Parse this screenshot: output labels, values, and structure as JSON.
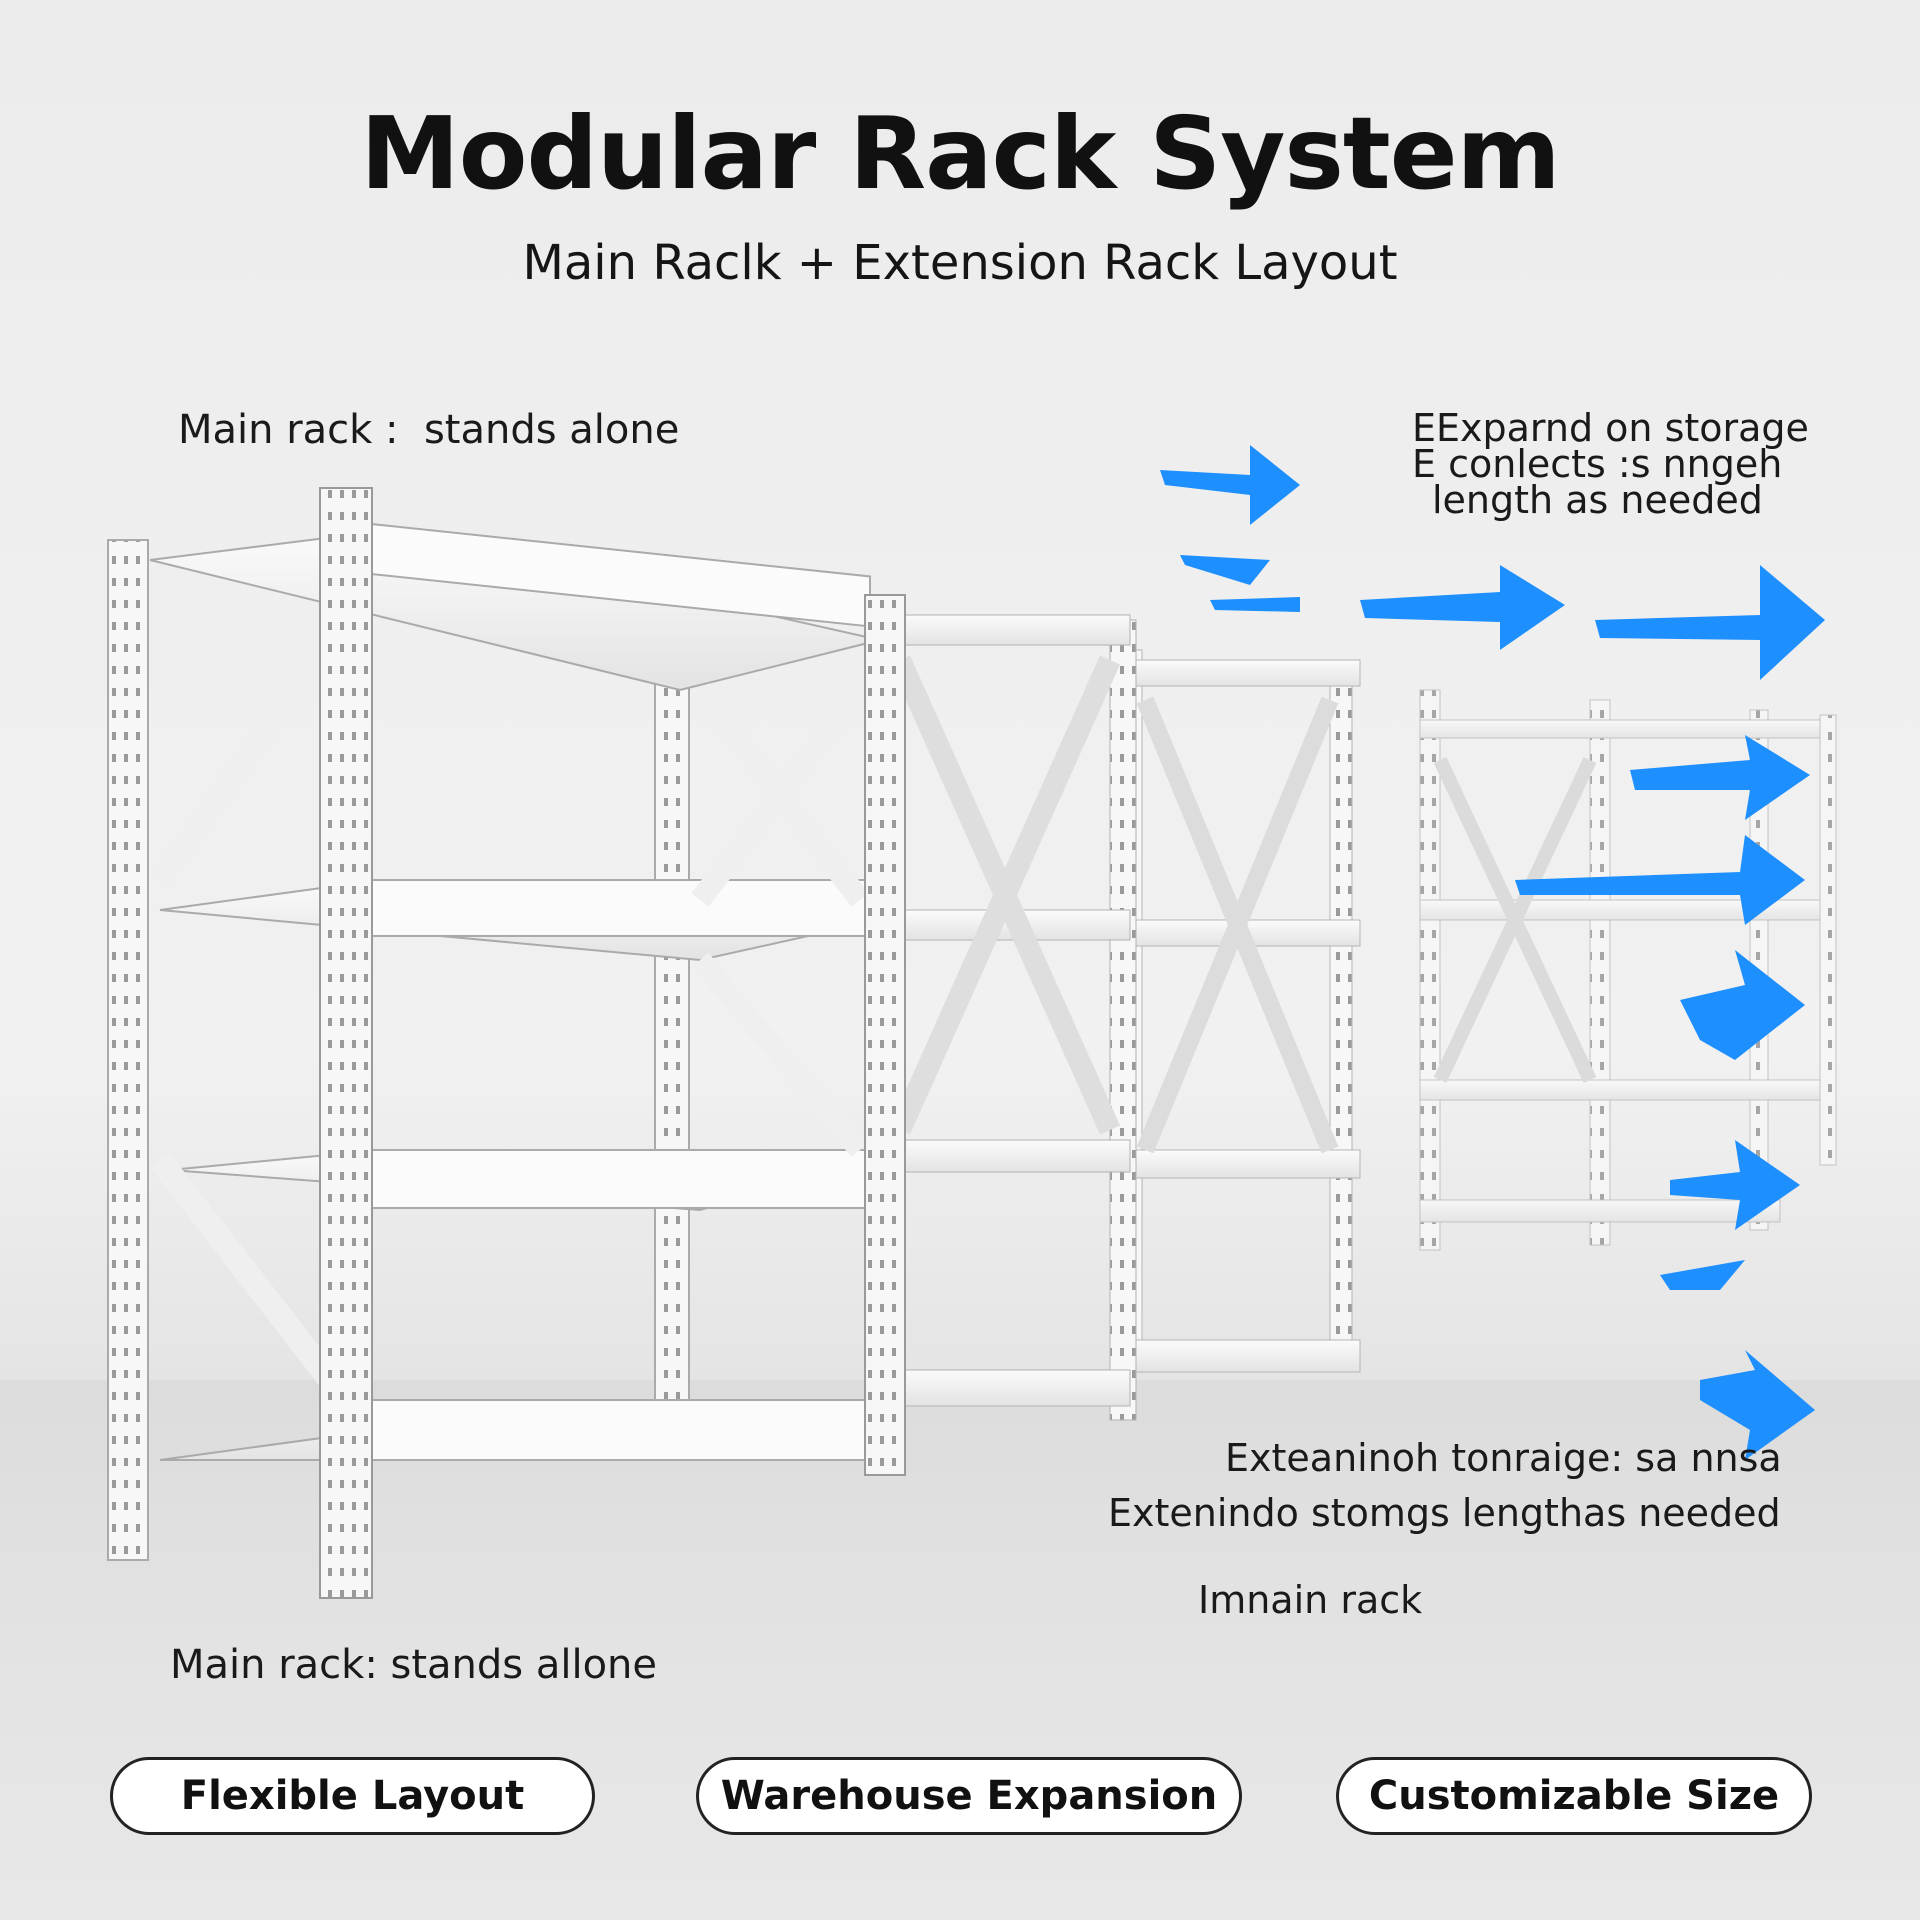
{
  "header": {
    "title": "Modular Rack System",
    "subtitle": "Main Raclk + Extension Rack Layout"
  },
  "labels": {
    "main_rack_top": "Main rack :  stands alone",
    "expand_line1": "EExparnd on storage",
    "expand_line2": "E conlects :s nngeh",
    "expand_line3": "length as needed",
    "extension_line1": "Exteaninoh tonraige: sa  nnsa",
    "extension_line2": "Extenindo stomgs lengthas needed",
    "main_rack_bottom_right": "Imnain  rack",
    "main_rack_bottom": "Main rack: stands allone"
  },
  "badges": [
    {
      "label": "Flexible Layout"
    },
    {
      "label": "Warehouse Expansion"
    },
    {
      "label": "Customizable Size"
    }
  ],
  "colors": {
    "arrow": "#1e8fff",
    "rack": "#f8f8f8",
    "rack_edge": "#b9b9b9"
  },
  "icons": [
    "arrow-right-icon"
  ]
}
